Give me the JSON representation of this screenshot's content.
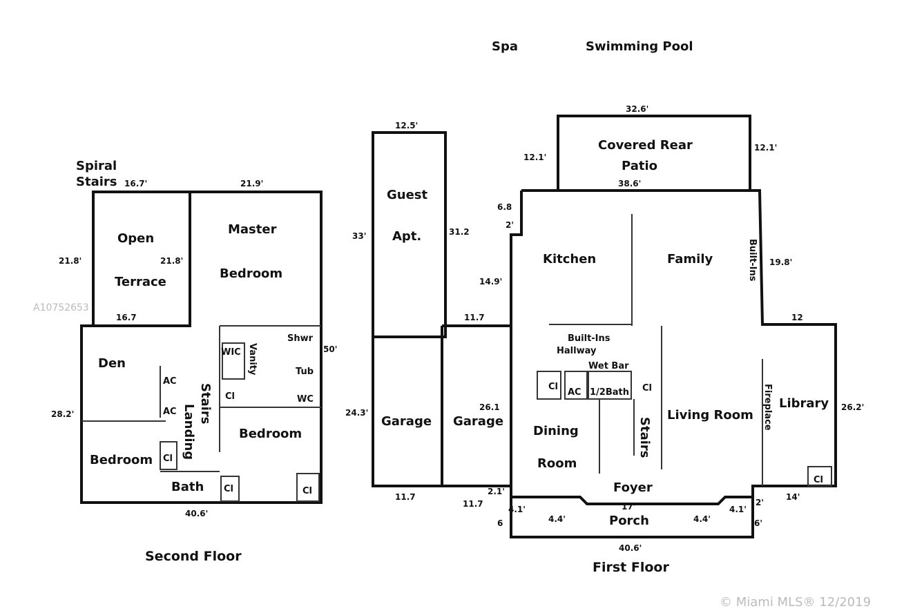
{
  "top": {
    "spa": "Spa",
    "pool": "Swimming Pool"
  },
  "second_floor": {
    "caption": "Second Floor",
    "spiral_stairs": [
      "Spiral",
      "Stairs"
    ],
    "rooms": {
      "open_terrace": [
        "Open",
        "Terrace"
      ],
      "master_bedroom": [
        "Master",
        "Bedroom"
      ],
      "den": "Den",
      "bedroom_left": "Bedroom",
      "bedroom_right": "Bedroom",
      "bath": "Bath",
      "stairs_landing": [
        "Stairs",
        "Landing"
      ],
      "vanity": "Vanity",
      "wic": "WIC",
      "shwr": "Shwr",
      "tub": "Tub",
      "wc": "WC",
      "ac": "AC",
      "ac2": "AC",
      "cl": "Cl"
    },
    "dims": {
      "top_left": "16.7'",
      "top_right": "21.9'",
      "left_terrace": "21.8'",
      "terrace_inner": "21.8'",
      "terrace_bottom": "16.7",
      "right": "50'",
      "left": "28.2'",
      "bottom": "40.6'"
    }
  },
  "first_floor": {
    "caption": "First Floor",
    "rooms": {
      "guest_apt": [
        "Guest",
        "Apt."
      ],
      "garage": "Garage",
      "covered_rear_patio": [
        "Covered Rear",
        "Patio"
      ],
      "kitchen": "Kitchen",
      "family": "Family",
      "built_ins_side": "Built-Ins",
      "built_ins_hall": "Built-Ins",
      "hallway": "Hallway",
      "wet_bar": "Wet Bar",
      "half_bath": "1/2Bath",
      "dining_room": [
        "Dining",
        "Room"
      ],
      "stairs": "Stairs",
      "living_room": "Living Room",
      "library": "Library",
      "fireplace": "Fireplace",
      "foyer": "Foyer",
      "porch": "Porch",
      "ac": "AC",
      "cl": "Cl"
    },
    "dims": {
      "guest_top": "12.5'",
      "guest_left": "33'",
      "guest_right": "31.2",
      "garage_left": "24.3'",
      "garage_mid": "26.1",
      "garage_bottom_left": "11.7",
      "garage_bottom_right": "11.7",
      "garage_top": "11.7",
      "patio_top": "32.6'",
      "patio_left": "12.1'",
      "patio_right": "12.1'",
      "patio_bottom": "38.6'",
      "step_top": "6.8",
      "step_small": "2'",
      "kitchen_left": "14.9'",
      "right_side": "19.8'",
      "library_top": "12",
      "library_right": "26.2'",
      "library_bottom": "14'",
      "foyer_width": "17'",
      "porch_left_a": "4.1'",
      "porch_left_b": "4.4'",
      "porch_right_a": "4.4'",
      "porch_right_b": "4.1'",
      "porch_depth_left": "6",
      "porch_depth_right": "6'",
      "bottom": "40.6'",
      "small_left": "2.1'",
      "small_right": "2'"
    }
  },
  "watermark": {
    "listing_id": "A10752653",
    "copyright": "© Miami MLS® 12/2019"
  }
}
